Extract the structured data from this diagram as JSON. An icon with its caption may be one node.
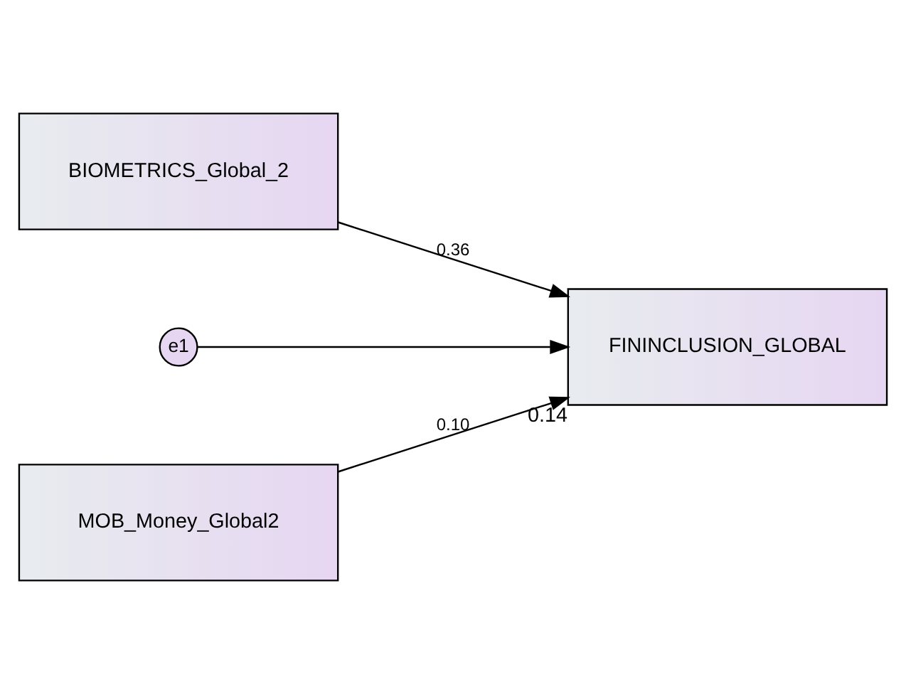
{
  "diagram": {
    "nodes": [
      {
        "text": [
          "BIOMETRICS_Global_2"
        ]
      },
      {
        "text": [
          "e1"
        ]
      },
      {
        "text": [
          "FININCLUSION_GLOBAL"
        ],
        "beside": [
          "0.14"
        ]
      },
      {
        "text": [
          "MOB_Money_Global2"
        ]
      }
    ],
    "edges": [
      {
        "from": 0,
        "to": 2,
        "arrow": "to",
        "label": "0.36"
      },
      {
        "from": 1,
        "to": 2,
        "arrow": "to"
      },
      {
        "from": 3,
        "to": 2,
        "arrow": "to",
        "label": "0.10"
      }
    ]
  }
}
